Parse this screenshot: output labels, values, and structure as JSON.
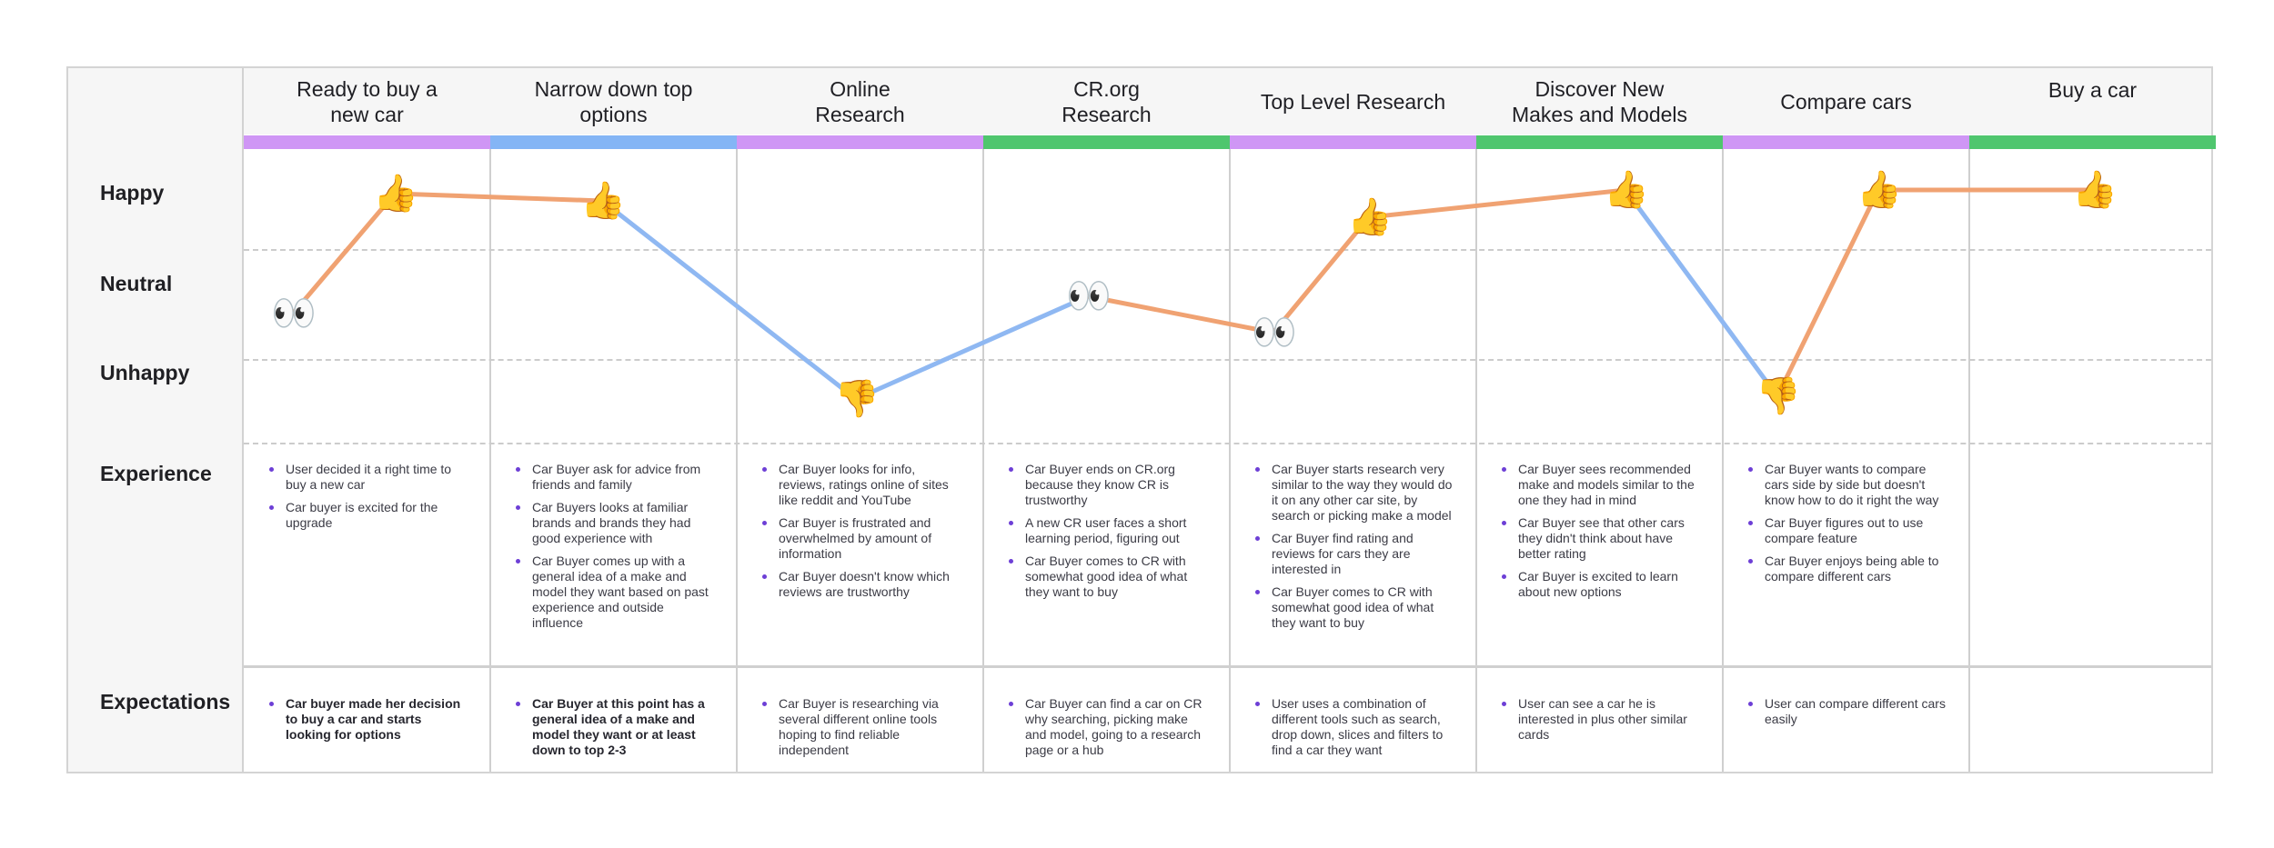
{
  "stages": [
    {
      "title": "Ready to buy a\nnew car",
      "color": "#cf96f5"
    },
    {
      "title": "Narrow down top\noptions",
      "color": "#84b5f5"
    },
    {
      "title": "Online\nResearch",
      "color": "#cf96f5"
    },
    {
      "title": "CR.org\nResearch",
      "color": "#4fc66e"
    },
    {
      "title": "Top Level Research",
      "color": "#cf96f5"
    },
    {
      "title": "Discover New\nMakes and Models",
      "color": "#4fc66e"
    },
    {
      "title": "Compare cars",
      "color": "#cf96f5"
    },
    {
      "title": "Buy a car",
      "color": "#4fc66e"
    }
  ],
  "row_labels": {
    "happy": "Happy",
    "neutral": "Neutral",
    "unhappy": "Unhappy",
    "experience": "Experience",
    "expectations": "Expectations"
  },
  "journey": {
    "points": [
      {
        "emoji": "👀",
        "icon": "eyes-icon",
        "mood": "neutral"
      },
      {
        "emoji": "👍",
        "icon": "thumbs-up-icon",
        "mood": "happy"
      },
      {
        "emoji": "👍",
        "icon": "thumbs-up-icon",
        "mood": "happy"
      },
      {
        "emoji": "👎",
        "icon": "thumbs-down-icon",
        "mood": "unhappy"
      },
      {
        "emoji": "👀",
        "icon": "eyes-icon",
        "mood": "neutral"
      },
      {
        "emoji": "👀",
        "icon": "eyes-icon",
        "mood": "neutral"
      },
      {
        "emoji": "👍",
        "icon": "thumbs-up-icon",
        "mood": "happy"
      },
      {
        "emoji": "👍",
        "icon": "thumbs-up-icon",
        "mood": "happy"
      },
      {
        "emoji": "👎",
        "icon": "thumbs-down-icon",
        "mood": "unhappy"
      },
      {
        "emoji": "👍",
        "icon": "thumbs-up-icon",
        "mood": "happy"
      },
      {
        "emoji": "👍",
        "icon": "thumbs-up-icon",
        "mood": "happy"
      }
    ],
    "segment_colors": [
      "#f0a272",
      "#f0a272",
      "#8fb8f2",
      "#8fb8f2",
      "#f0a272",
      "#f0a272",
      "#f0a272",
      "#8fb8f2",
      "#f0a272",
      "#f0a272"
    ]
  },
  "experience": [
    [
      "User decided it a right time to buy a new car",
      "Car buyer is excited for the upgrade"
    ],
    [
      "Car Buyer ask for advice from friends and family",
      "Car Buyers looks at familiar brands and brands they had good experience with",
      "Car Buyer comes up with a general idea of a make and model they want based on past experience and outside influence"
    ],
    [
      "Car Buyer looks for info, reviews, ratings online of sites like reddit and YouTube",
      "Car Buyer is frustrated and overwhelmed by amount of information",
      "Car Buyer doesn't know which reviews are trustworthy"
    ],
    [
      "Car Buyer ends on CR.org because they know CR is trustworthy",
      "A new CR user faces a short learning period, figuring out",
      "Car Buyer comes to CR with somewhat good idea of what they want to buy"
    ],
    [
      "Car Buyer starts research very similar to the way they would do it on any other car site, by search or picking make a model",
      "Car Buyer find rating and reviews for cars they are interested in",
      "Car Buyer comes to CR with somewhat good idea of what they want to buy"
    ],
    [
      "Car Buyer sees recommended make and models similar to the one they had in mind",
      "Car Buyer see that other cars they didn't think about have better rating",
      "Car Buyer is excited to learn about new options"
    ],
    [
      "Car Buyer wants to compare cars side by side but doesn't know how to do it right the way",
      "Car Buyer figures out to use compare feature",
      "Car Buyer enjoys being able to compare different cars"
    ],
    []
  ],
  "expectations": [
    [
      "Car buyer made her decision to buy a car and starts looking for options"
    ],
    [
      "Car Buyer at this point has a general idea of a make and model they want or at least down to top 2-3"
    ],
    [
      "Car Buyer is researching via several different online tools hoping to find reliable independent"
    ],
    [
      "Car Buyer can find a car on CR why searching, picking make and model, going to a research page or a hub"
    ],
    [
      "User uses a combination of different tools such as search, drop down, slices and filters to find a car they want"
    ],
    [
      "User can see a car he is interested in plus  other similar cards"
    ],
    [
      "User can compare different cars easily"
    ],
    []
  ]
}
